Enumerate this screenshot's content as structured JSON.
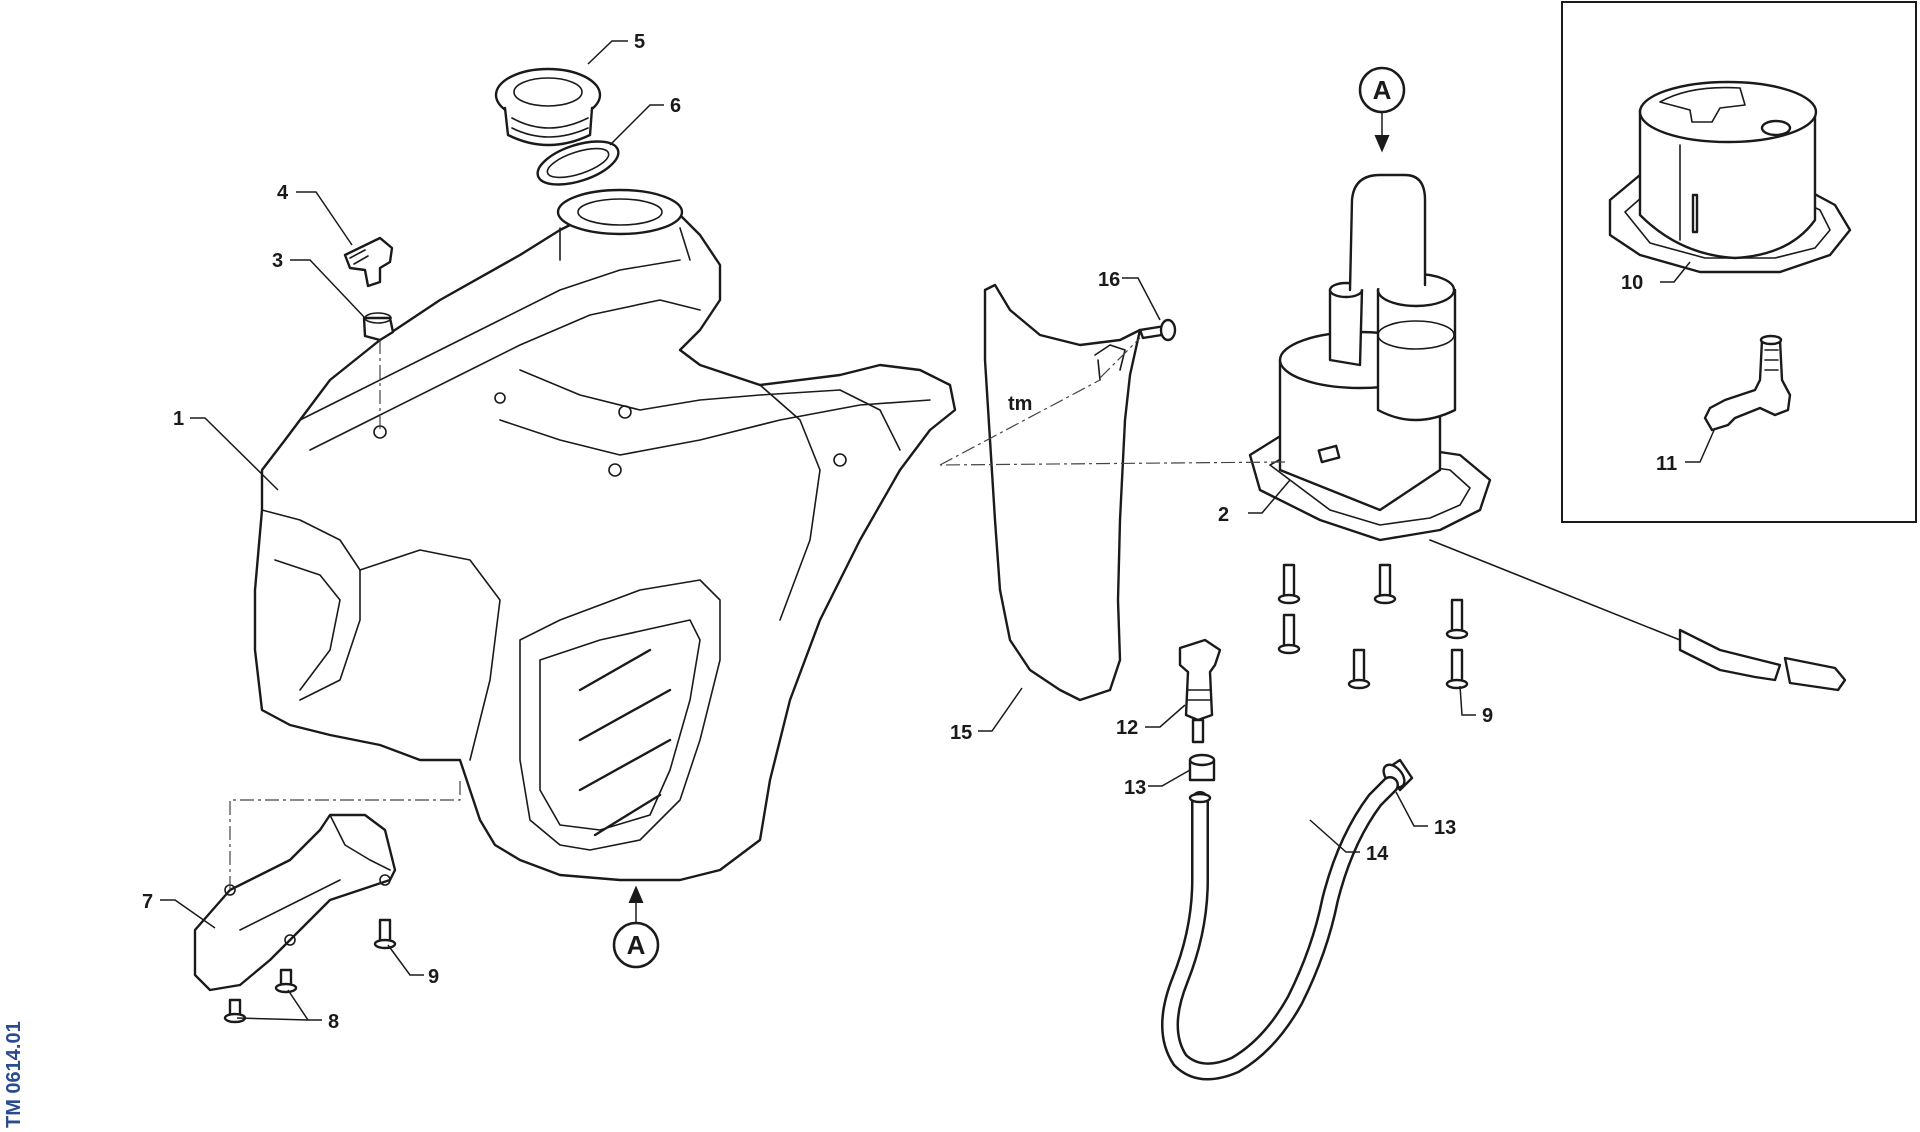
{
  "figure_code": "TM 0614.01",
  "callouts": {
    "c1": "1",
    "c2": "2",
    "c3": "3",
    "c4": "4",
    "c5": "5",
    "c6": "6",
    "c7": "7",
    "c8": "8",
    "c9a": "9",
    "c9b": "9",
    "c10": "10",
    "c11": "11",
    "c12": "12",
    "c13a": "13",
    "c13b": "13",
    "c14": "14",
    "c15": "15",
    "c16": "16"
  },
  "view_markers": {
    "top": "A",
    "bottom": "A"
  },
  "colors": {
    "line": "#1a1a1a",
    "code_blue": "#2a4c8f"
  }
}
